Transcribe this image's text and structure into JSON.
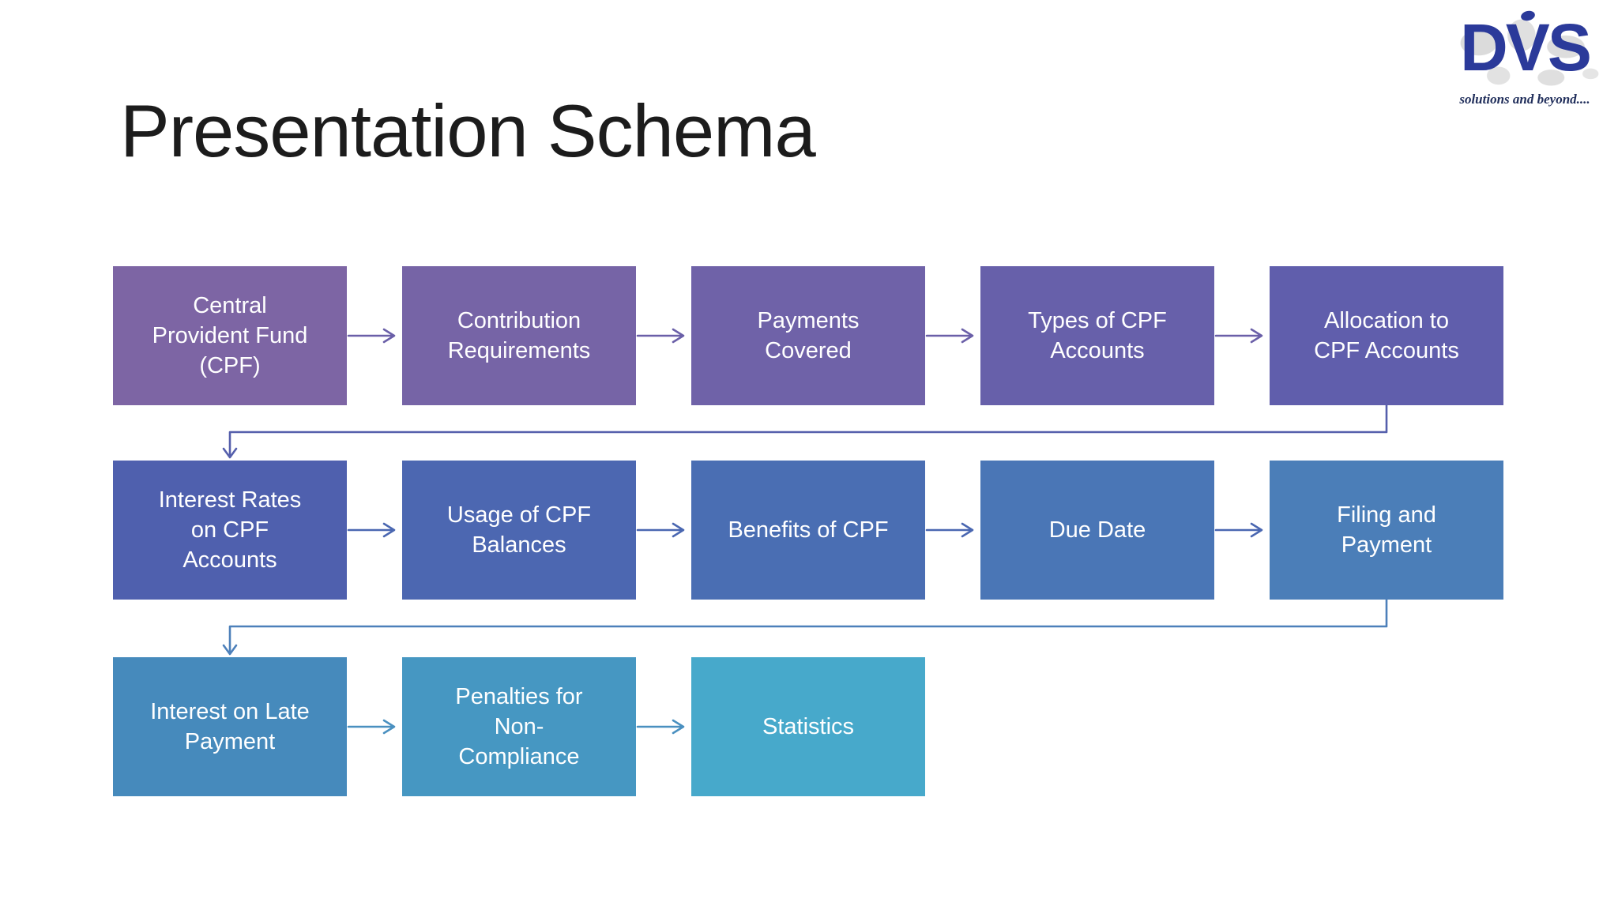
{
  "slide": {
    "title": "Presentation Schema",
    "background_color": "#ffffff",
    "title_color": "#1c1c1c"
  },
  "logo": {
    "text": "DVS",
    "tagline": "solutions and beyond....",
    "text_color": "#2b3a9a",
    "tagline_color": "#1f2d5a"
  },
  "diagram": {
    "text_color": "#ffffff",
    "rows": [
      {
        "arrow_color": "#6a5fa8",
        "nodes": [
          {
            "label": "Central\nProvident Fund\n(CPF)",
            "color": "#7d65a4"
          },
          {
            "label": "Contribution\nRequirements",
            "color": "#7664a6"
          },
          {
            "label": "Payments\nCovered",
            "color": "#6f62a8"
          },
          {
            "label": "Types of CPF\nAccounts",
            "color": "#6760aa"
          },
          {
            "label": "Allocation to\nCPF Accounts",
            "color": "#605eac"
          }
        ]
      },
      {
        "arrow_color": "#4a67b1",
        "nodes": [
          {
            "label": "Interest Rates\non CPF\nAccounts",
            "color": "#4f60ae"
          },
          {
            "label": "Usage of CPF\nBalances",
            "color": "#4c67b1"
          },
          {
            "label": "Benefits of CPF",
            "color": "#4a6eb3"
          },
          {
            "label": "Due Date",
            "color": "#4a76b6"
          },
          {
            "label": "Filing and\nPayment",
            "color": "#4b7eb8"
          }
        ]
      },
      {
        "arrow_color": "#4a90c0",
        "nodes": [
          {
            "label": "Interest on Late\nPayment",
            "color": "#468abc"
          },
          {
            "label": "Penalties for\nNon-\nCompliance",
            "color": "#4697c2"
          },
          {
            "label": "Statistics",
            "color": "#47a9cb"
          }
        ]
      }
    ],
    "wrap_connectors": [
      {
        "from_row": 0,
        "color": "#555fac"
      },
      {
        "from_row": 1,
        "color": "#4d80ba"
      }
    ]
  }
}
